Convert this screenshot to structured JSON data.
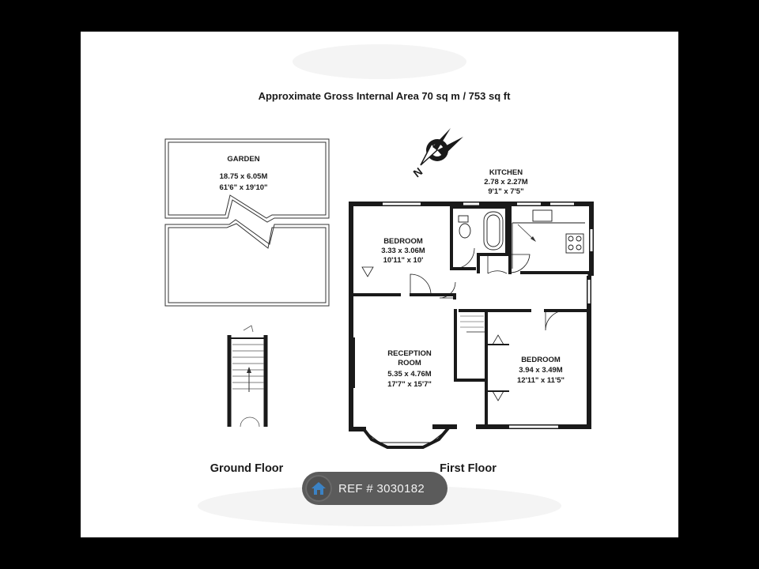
{
  "title": "Approximate Gross Internal Area 70 sq m  /  753 sq ft",
  "compass": {
    "north_label": "N"
  },
  "rooms": {
    "garden": {
      "name": "GARDEN",
      "metric": "18.75 x 6.05M",
      "imperial": "61'6\" x 19'10\""
    },
    "kitchen": {
      "name": "KITCHEN",
      "metric": "2.78 x 2.27M",
      "imperial": "9'1\" x 7'5\""
    },
    "bedroom1": {
      "name": "BEDROOM",
      "metric": "3.33 x 3.06M",
      "imperial": "10'11\" x 10'"
    },
    "reception": {
      "name_line1": "RECEPTION",
      "name_line2": "ROOM",
      "metric": "5.35 x 4.76M",
      "imperial": "17'7\" x 15'7\""
    },
    "bedroom2": {
      "name": "BEDROOM",
      "metric": "3.94 x 3.49M",
      "imperial": "12'11\" x 11'5\""
    }
  },
  "floors": {
    "ground": "Ground Floor",
    "first": "First Floor"
  },
  "ref_badge": {
    "text": "REF # 3030182",
    "icon": "home-icon"
  },
  "colors": {
    "wall": "#1a1a1a",
    "badge": "#5b5b5b",
    "panel": "#ffffff",
    "frame": "#000000"
  }
}
